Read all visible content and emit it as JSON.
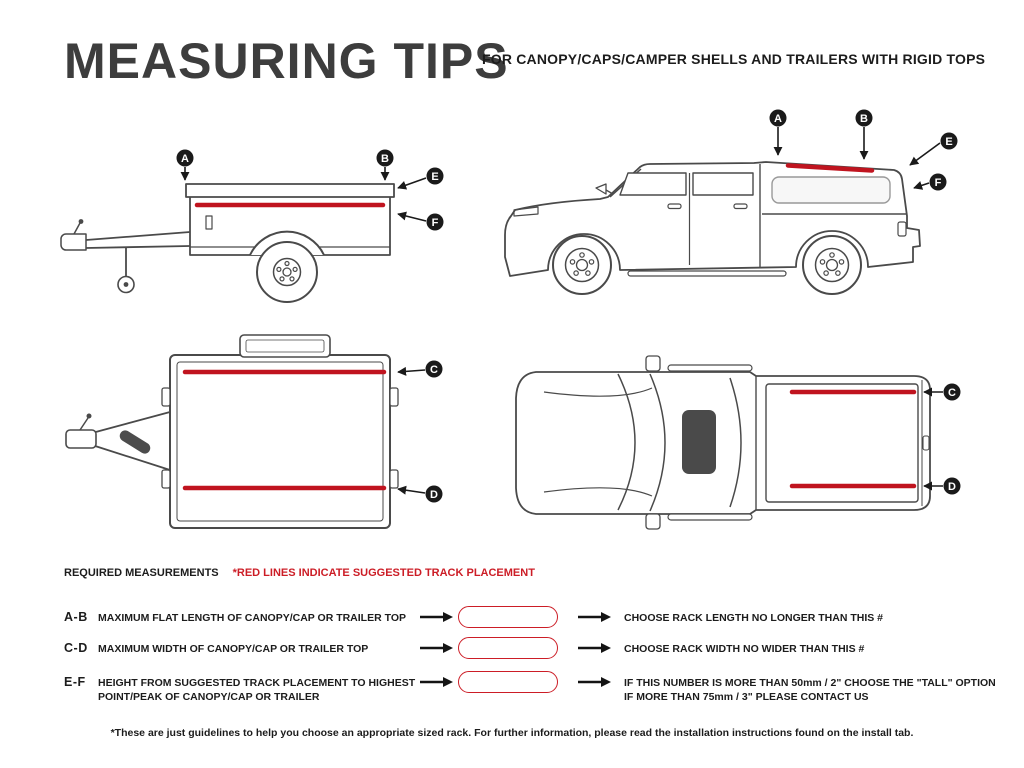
{
  "header": {
    "title": "MEASURING TIPS",
    "subtitle": "FOR CANOPY/CAPS/CAMPER SHELLS AND TRAILERS WITH RIGID TOPS"
  },
  "colors": {
    "track_red": "#c0141f",
    "accent_red": "#cc1d26",
    "line_gray": "#4a4a4a",
    "marker_black": "#1a1a1a",
    "title_gray": "#3d3d3d"
  },
  "diagrams": {
    "trailer_side": {
      "labels": {
        "a": "A",
        "b": "B",
        "e": "E",
        "f": "F"
      }
    },
    "truck_side": {
      "labels": {
        "a": "A",
        "b": "B",
        "e": "E",
        "f": "F"
      }
    },
    "trailer_top": {
      "labels": {
        "c": "C",
        "d": "D"
      }
    },
    "truck_top": {
      "labels": {
        "c": "C",
        "d": "D"
      }
    }
  },
  "measurements": {
    "heading": "REQUIRED MEASUREMENTS",
    "note": "*RED LINES INDICATE SUGGESTED TRACK PLACEMENT",
    "rows": [
      {
        "code": "A-B",
        "description": "MAXIMUM  FLAT LENGTH OF CANOPY/CAP OR TRAILER TOP",
        "result": "CHOOSE RACK LENGTH NO LONGER THAN THIS #"
      },
      {
        "code": "C-D",
        "description": "MAXIMUM  WIDTH OF CANOPY/CAP OR TRAILER TOP",
        "result": "CHOOSE RACK WIDTH NO WIDER THAN THIS #"
      },
      {
        "code": "E-F",
        "description": "HEIGHT FROM SUGGESTED TRACK PLACEMENT TO HIGHEST\nPOINT/PEAK OF CANOPY/CAP OR TRAILER",
        "result": "IF THIS NUMBER IS MORE THAN 50mm / 2\" CHOOSE THE \"TALL\" OPTION\nIF MORE THAN 75mm / 3\" PLEASE CONTACT US"
      }
    ]
  },
  "footer": "*These are just guidelines to help you choose an appropriate sized rack. For further information, please read the installation instructions found on the install tab."
}
